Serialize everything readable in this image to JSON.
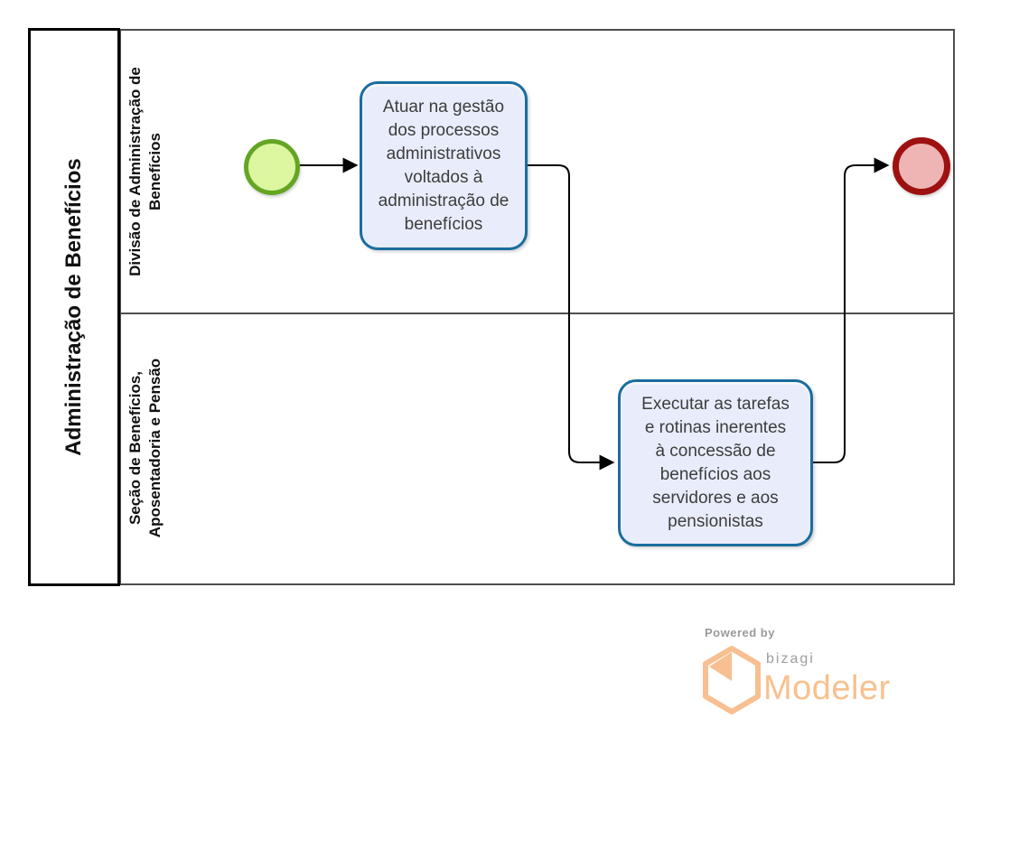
{
  "pool": {
    "title": "Administração de Benefícios"
  },
  "lanes": [
    {
      "label": "Divisão de Administração de\nBenefícios"
    },
    {
      "label": "Seção de Benefícios,\nAposentadoria e Pensão"
    }
  ],
  "tasks": [
    {
      "text": "Atuar na gestão\ndos processos\nadministrativos\nvoltados à\nadministração de\nbenefícios"
    },
    {
      "text": "Executar as tarefas\ne rotinas inerentes\nà concessão de\nbenefícios aos\nservidores e aos\npensionistas"
    }
  ],
  "events": {
    "start": {
      "kind": "start-event",
      "border_color": "#64a523",
      "fill_color": "#ddf6a0"
    },
    "end": {
      "kind": "end-event",
      "border_color": "#9e1111",
      "fill_color": "#efb5b5"
    }
  },
  "colors": {
    "task_border": "#1a6d9e",
    "task_fill": "#e9edfb",
    "lane_line": "#4d4d4d",
    "pool_line": "#000000",
    "connector": "#000000",
    "logo_orange": "#f9c08d",
    "logo_gray": "#9a9a9a"
  },
  "footer": {
    "powered_by": "Powered by",
    "brand": "bizagi",
    "product": "Modeler"
  }
}
